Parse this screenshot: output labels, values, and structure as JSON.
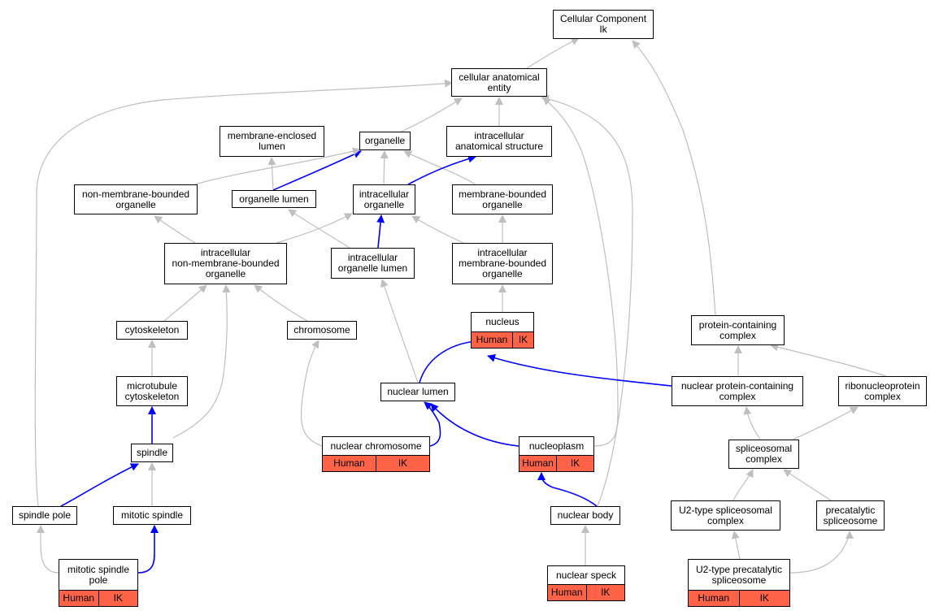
{
  "colors": {
    "annotation": "#ff6347",
    "is_a_edge": "#bfbfbf",
    "part_of_edge": "#0000ff"
  },
  "nodes": {
    "cellular_component": "Cellular Component\nIk",
    "cellular_anatomical_entity": "cellular anatomical\nentity",
    "membrane_enclosed_lumen": "membrane-enclosed\nlumen",
    "organelle": "organelle",
    "intracellular_anatomical_structure": "intracellular\nanatomical structure",
    "non_membrane_bounded_organelle": "non-membrane-bounded\norganelle",
    "organelle_lumen": "organelle lumen",
    "intracellular_organelle": "intracellular\norganelle",
    "membrane_bounded_organelle": "membrane-bounded\norganelle",
    "intracellular_non_membrane_bounded_organelle": "intracellular\nnon-membrane-bounded\norganelle",
    "intracellular_organelle_lumen": "intracellular\norganelle lumen",
    "intracellular_membrane_bounded_organelle": "intracellular\nmembrane-bounded\norganelle",
    "nucleus": "nucleus",
    "protein_containing_complex": "protein-containing\ncomplex",
    "cytoskeleton": "cytoskeleton",
    "chromosome": "chromosome",
    "microtubule_cytoskeleton": "microtubule\ncytoskeleton",
    "nuclear_lumen": "nuclear lumen",
    "nuclear_protein_containing_complex": "nuclear protein-containing\ncomplex",
    "ribonucleoprotein_complex": "ribonucleoprotein\ncomplex",
    "spindle": "spindle",
    "nuclear_chromosome": "nuclear chromosome",
    "nucleoplasm": "nucleoplasm",
    "spliceosomal_complex": "spliceosomal\ncomplex",
    "spindle_pole": "spindle pole",
    "mitotic_spindle": "mitotic spindle",
    "nuclear_body": "nuclear body",
    "u2_type_spliceosomal_complex": "U2-type spliceosomal\ncomplex",
    "precatalytic_spliceosome": "precatalytic\nspliceosome",
    "mitotic_spindle_pole": "mitotic spindle\npole",
    "nuclear_speck": "nuclear speck",
    "u2_type_precatalytic_spliceosome": "U2-type precatalytic\nspliceosome"
  },
  "annotation_tags": {
    "species": "Human",
    "gene": "IK"
  },
  "edges": [
    {
      "from": "cellular_anatomical_entity",
      "to": "cellular_component",
      "type": "is_a"
    },
    {
      "from": "protein_containing_complex",
      "to": "cellular_component",
      "type": "is_a"
    },
    {
      "from": "organelle",
      "to": "cellular_anatomical_entity",
      "type": "is_a"
    },
    {
      "from": "intracellular_anatomical_structure",
      "to": "cellular_anatomical_entity",
      "type": "is_a"
    },
    {
      "from": "spindle_pole",
      "to": "cellular_anatomical_entity",
      "type": "is_a"
    },
    {
      "from": "nucleoplasm",
      "to": "cellular_anatomical_entity",
      "type": "is_a"
    },
    {
      "from": "nuclear_body",
      "to": "cellular_anatomical_entity",
      "type": "is_a"
    },
    {
      "from": "organelle_lumen",
      "to": "membrane_enclosed_lumen",
      "type": "is_a"
    },
    {
      "from": "organelle_lumen",
      "to": "organelle",
      "type": "part_of"
    },
    {
      "from": "non_membrane_bounded_organelle",
      "to": "organelle",
      "type": "is_a"
    },
    {
      "from": "intracellular_organelle",
      "to": "organelle",
      "type": "is_a"
    },
    {
      "from": "membrane_bounded_organelle",
      "to": "organelle",
      "type": "is_a"
    },
    {
      "from": "intracellular_organelle",
      "to": "intracellular_anatomical_structure",
      "type": "part_of"
    },
    {
      "from": "intracellular_non_membrane_bounded_organelle",
      "to": "non_membrane_bounded_organelle",
      "type": "is_a"
    },
    {
      "from": "intracellular_non_membrane_bounded_organelle",
      "to": "intracellular_organelle",
      "type": "is_a"
    },
    {
      "from": "intracellular_organelle_lumen",
      "to": "organelle_lumen",
      "type": "is_a"
    },
    {
      "from": "intracellular_organelle_lumen",
      "to": "intracellular_organelle",
      "type": "part_of"
    },
    {
      "from": "intracellular_membrane_bounded_organelle",
      "to": "intracellular_organelle",
      "type": "is_a"
    },
    {
      "from": "intracellular_membrane_bounded_organelle",
      "to": "membrane_bounded_organelle",
      "type": "is_a"
    },
    {
      "from": "nucleus",
      "to": "intracellular_membrane_bounded_organelle",
      "type": "is_a"
    },
    {
      "from": "cytoskeleton",
      "to": "intracellular_non_membrane_bounded_organelle",
      "type": "is_a"
    },
    {
      "from": "chromosome",
      "to": "intracellular_non_membrane_bounded_organelle",
      "type": "is_a"
    },
    {
      "from": "spindle",
      "to": "intracellular_non_membrane_bounded_organelle",
      "type": "is_a"
    },
    {
      "from": "microtubule_cytoskeleton",
      "to": "cytoskeleton",
      "type": "is_a"
    },
    {
      "from": "spindle",
      "to": "microtubule_cytoskeleton",
      "type": "part_of"
    },
    {
      "from": "nuclear_lumen",
      "to": "intracellular_organelle_lumen",
      "type": "is_a"
    },
    {
      "from": "nuclear_lumen",
      "to": "nucleus",
      "type": "part_of"
    },
    {
      "from": "nuclear_protein_containing_complex",
      "to": "nucleus",
      "type": "part_of"
    },
    {
      "from": "nuclear_protein_containing_complex",
      "to": "protein_containing_complex",
      "type": "is_a"
    },
    {
      "from": "ribonucleoprotein_complex",
      "to": "protein_containing_complex",
      "type": "is_a"
    },
    {
      "from": "nuclear_chromosome",
      "to": "chromosome",
      "type": "is_a"
    },
    {
      "from": "nuclear_chromosome",
      "to": "nuclear_lumen",
      "type": "part_of"
    },
    {
      "from": "nucleoplasm",
      "to": "nuclear_lumen",
      "type": "part_of"
    },
    {
      "from": "spliceosomal_complex",
      "to": "nuclear_protein_containing_complex",
      "type": "is_a"
    },
    {
      "from": "spliceosomal_complex",
      "to": "ribonucleoprotein_complex",
      "type": "is_a"
    },
    {
      "from": "spindle_pole",
      "to": "spindle",
      "type": "part_of"
    },
    {
      "from": "mitotic_spindle",
      "to": "spindle",
      "type": "is_a"
    },
    {
      "from": "nuclear_body",
      "to": "nucleoplasm",
      "type": "part_of"
    },
    {
      "from": "u2_type_spliceosomal_complex",
      "to": "spliceosomal_complex",
      "type": "is_a"
    },
    {
      "from": "precatalytic_spliceosome",
      "to": "spliceosomal_complex",
      "type": "is_a"
    },
    {
      "from": "mitotic_spindle_pole",
      "to": "spindle_pole",
      "type": "is_a"
    },
    {
      "from": "mitotic_spindle_pole",
      "to": "mitotic_spindle",
      "type": "part_of"
    },
    {
      "from": "nuclear_speck",
      "to": "nuclear_body",
      "type": "is_a"
    },
    {
      "from": "u2_type_precatalytic_spliceosome",
      "to": "u2_type_spliceosomal_complex",
      "type": "is_a"
    },
    {
      "from": "u2_type_precatalytic_spliceosome",
      "to": "precatalytic_spliceosome",
      "type": "is_a"
    }
  ]
}
